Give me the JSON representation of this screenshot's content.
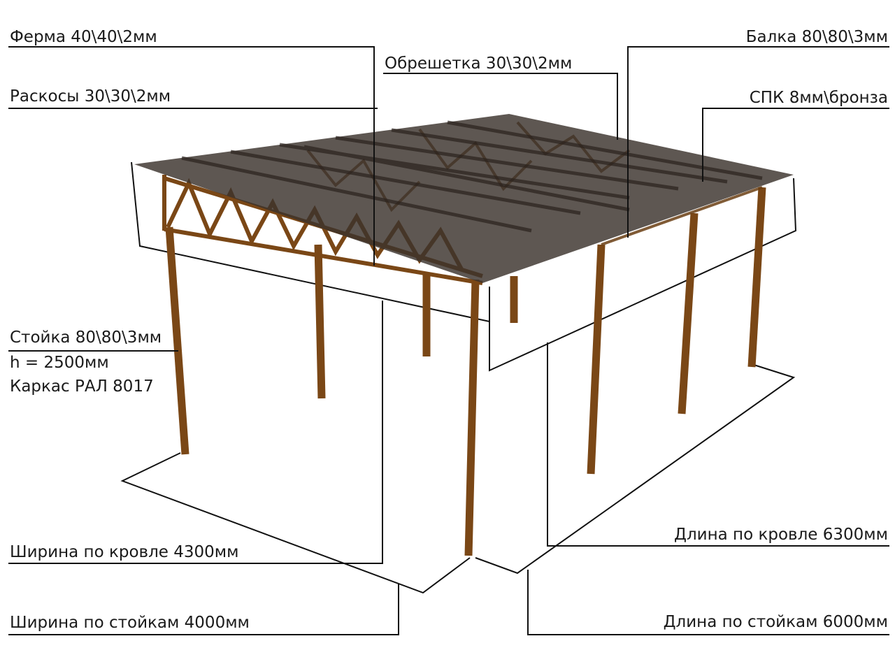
{
  "labels": {
    "truss": "Ферма 40\\40\\2мм",
    "braces": "Раскосы 30\\30\\2мм",
    "lathing": "Обрешетка 30\\30\\2мм",
    "beam": "Балка 80\\80\\3мм",
    "polycarbonate": "СПК 8мм\\бронза",
    "post": "Стойка 80\\80\\3мм",
    "height": "h = 2500мм",
    "frame_color": "Каркас РАЛ 8017",
    "roof_width": "Ширина по кровле 4300мм",
    "post_width": "Ширина по стойкам 4000мм",
    "roof_length": "Длина по кровле 6300мм",
    "post_length": "Длина по стойкам 6000мм"
  },
  "colors": {
    "frame": "#7a4716",
    "roof": "#3b322c",
    "line": "#111111"
  }
}
